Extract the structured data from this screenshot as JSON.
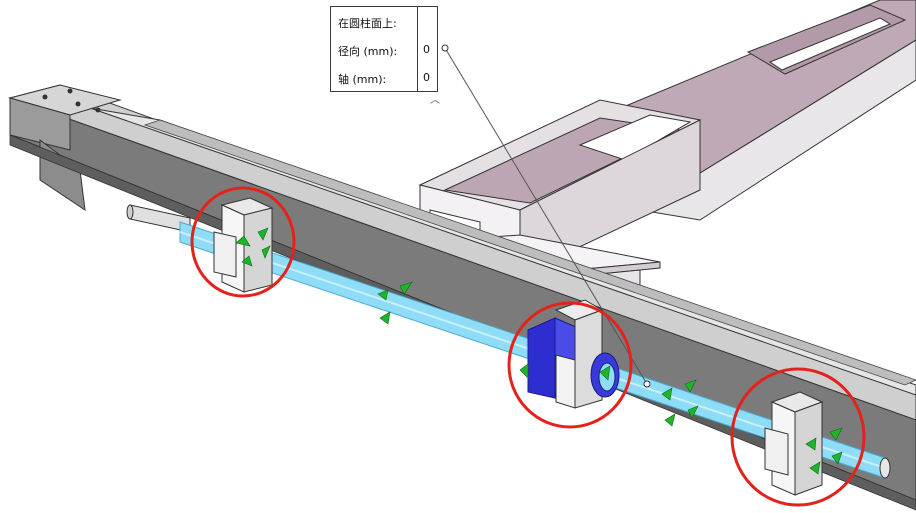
{
  "callout": {
    "title": "在圆柱面上:",
    "rows": [
      {
        "label": "径向 (mm):",
        "value": "0"
      },
      {
        "label": "轴 (mm):",
        "value": "0"
      }
    ]
  },
  "collapse_icon": "chevron-up-icon",
  "colors": {
    "highlight_circle": "#e3231b",
    "selected_cylinder": "#8fdcf6",
    "triad_arrow": "#1fb52a",
    "selected_face": "#3434d8",
    "rail_body": "#7b7b7b",
    "frame": "#b8a3b0"
  }
}
